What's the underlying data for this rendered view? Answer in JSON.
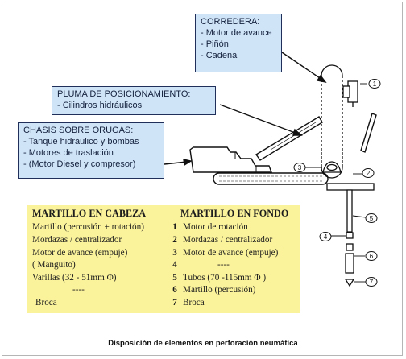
{
  "callouts": {
    "corredera": {
      "title": "CORREDERA:",
      "items": [
        "- Motor de avance",
        "- Piñón",
        "- Cadena"
      ]
    },
    "pluma": {
      "title": "PLUMA DE POSICIONAMIENTO:",
      "items": [
        "- Cilindros hidráulicos"
      ]
    },
    "chasis": {
      "title": "CHASIS SOBRE ORUGAS:",
      "items": [
        "- Tanque hidráulico y  bombas",
        "- Motores de traslación",
        "- (Motor Diesel y compresor)"
      ]
    }
  },
  "legend": {
    "left_title": "MARTILLO EN CABEZA",
    "right_title": "MARTILLO EN FONDO",
    "rows": [
      {
        "left": "Martillo (percusión + rotación)",
        "num": "1",
        "right": "Motor de rotación"
      },
      {
        "left": "Mordazas / centralizador",
        "num": "2",
        "right": "Mordazas / centralizador"
      },
      {
        "left": "Motor de avance (empuje)",
        "num": "3",
        "right": "Motor de avance (empuje)"
      },
      {
        "left": "( Manguito)",
        "num": "4",
        "right": "----"
      },
      {
        "left": "Varillas (32 - 51mm Φ)",
        "num": "5",
        "right": "Tubos (70 -115mm Φ )"
      },
      {
        "left": "----",
        "num": "6",
        "right": "Martillo (percusión)"
      },
      {
        "left": "Broca",
        "num": "7",
        "right": "Broca"
      }
    ]
  },
  "parts": {
    "p1": "1",
    "p2": "2",
    "p3": "3",
    "p4": "4",
    "p5": "5",
    "p6": "6",
    "p7": "7"
  },
  "caption": "Disposición de elementos en perforación neumática",
  "colors": {
    "callout_fill": "#cfe4f7",
    "callout_border": "#1f2f5a",
    "legend_fill": "#fbf39b",
    "line": "#111111"
  }
}
